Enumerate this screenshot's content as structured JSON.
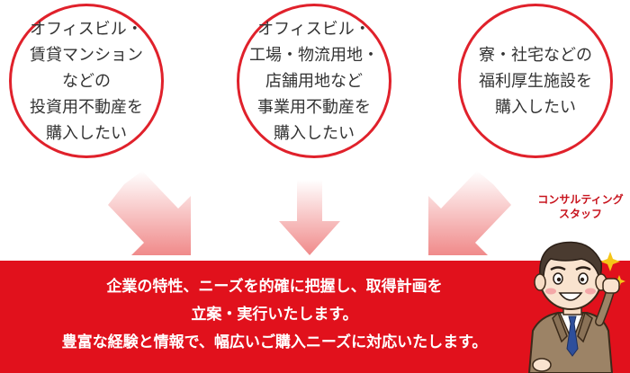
{
  "circles": [
    {
      "lines": [
        "オフィスビル・",
        "賃貸マンション",
        "などの",
        "投資用不動産を",
        "購入したい"
      ]
    },
    {
      "lines": [
        "オフィスビル・",
        "工場・物流用地・",
        "店舗用地など",
        "事業用不動産を",
        "購入したい"
      ]
    },
    {
      "lines": [
        "寮・社宅などの",
        "福利厚生施設を",
        "購入したい"
      ]
    }
  ],
  "banner": {
    "lines": [
      "企業の特性、ニーズを的確に把握し、取得計画を",
      "立案・実行いたします。",
      "豊富な経験と情報で、幅広いご購入ニーズに対応いたします。"
    ]
  },
  "staff": {
    "label_lines": [
      "コンサルティング",
      "スタッフ"
    ]
  },
  "colors": {
    "accent": "#e1111c",
    "circle_border": "#e0212b",
    "arrow": "#f29a9a",
    "text": "#333333"
  }
}
